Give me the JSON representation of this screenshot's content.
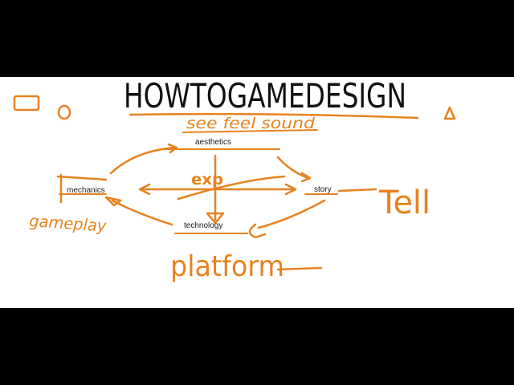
{
  "colors": {
    "background": "#000000",
    "whiteboard": "#ffffff",
    "ink_black": "#111111",
    "ink_orange": "#e8821e",
    "typed_text": "#1a1a1a"
  },
  "diagram": {
    "title": "HOWTOGAMEDESIGN",
    "subtitle": "see feel sound",
    "center": "exp",
    "nodes": {
      "aesthetics": "aesthetics",
      "mechanics": "mechanics",
      "story": "story",
      "technology": "technology"
    },
    "annotations": {
      "gameplay": "gameplay",
      "tell": "Tell",
      "platform": "platform"
    }
  }
}
